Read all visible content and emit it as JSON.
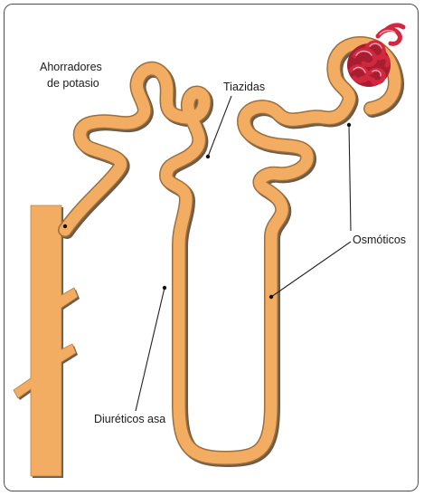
{
  "labels": {
    "ahorradores_line1": "Ahorradores",
    "ahorradores_line2": "de potasio",
    "tiazidas": "Tiazidas",
    "osmoticos": "Osmóticos",
    "diureticos_asa": "Diuréticos asa"
  },
  "colors": {
    "tubule_fill": "#f2ad62",
    "tubule_shadow": "#6e5a49",
    "glomerulus": "#d0283f",
    "glomerulus_light": "#f3a7b2",
    "frame": "#4f4f4f",
    "text": "#1a1a1a"
  }
}
